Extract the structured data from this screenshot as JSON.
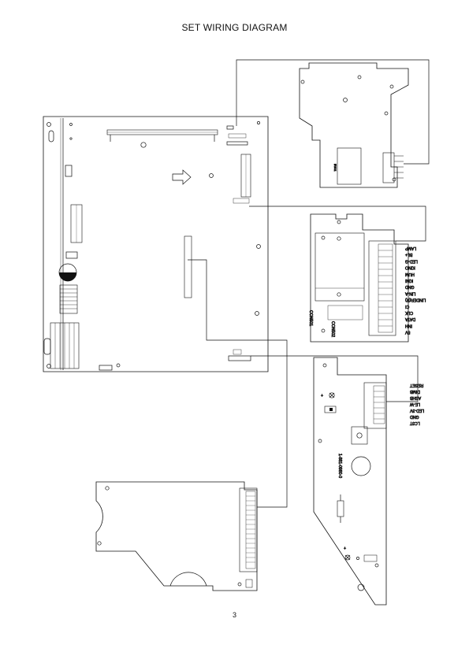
{
  "title": "SET WIRING DIAGRAM",
  "page_number": "3",
  "board_b_labels": {
    "connector_1": "CON501",
    "connector_2": "CON502"
  },
  "board_b_pins": [
    "LAMP",
    "BL+",
    "LED-G",
    "KINO",
    "HUM",
    "KINI",
    "GND",
    "LIN-A",
    "LINDER(R)",
    "CI",
    "CLK",
    "DATA",
    "INH",
    "5V"
  ],
  "board_c_pins": [
    "RESET",
    "DIMB",
    "ASHB",
    "LE-W",
    "LED-3V",
    "GND",
    "LC3T"
  ],
  "board_c_part_number": "1-881-0980-0"
}
